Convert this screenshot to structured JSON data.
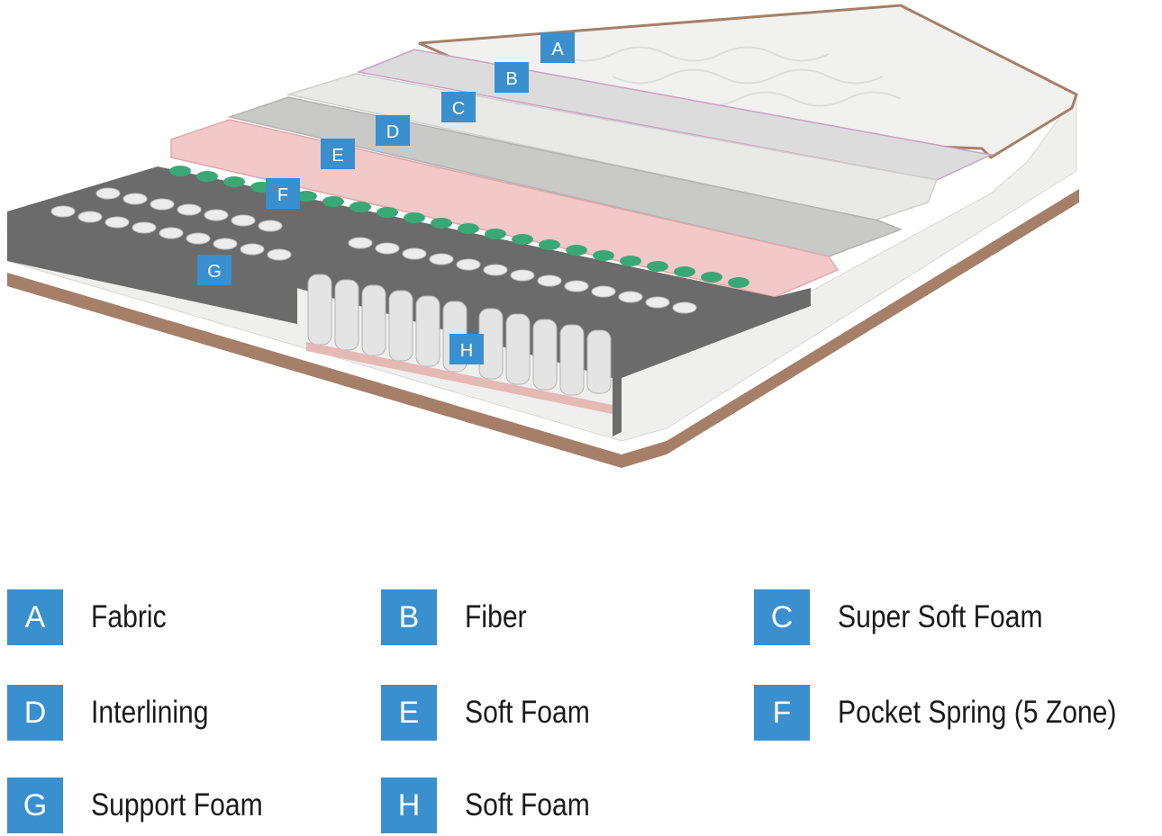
{
  "colors": {
    "badge": "#3a8fce",
    "fabric": "#eeeeec",
    "fiber": "#d9d9d9",
    "super_soft_foam": "#e6e6e4",
    "interlining": "#c4c4c2",
    "soft_foam": "#f2c9c8",
    "pocket_spring_green": "#3aa876",
    "pocket_spring_white": "#e8e8e8",
    "support_foam": "#6b6b6b",
    "piping": "#a57f68"
  },
  "callouts": [
    "A",
    "B",
    "C",
    "D",
    "E",
    "F",
    "G",
    "H"
  ],
  "legend": [
    {
      "letter": "A",
      "name": "Fabric"
    },
    {
      "letter": "B",
      "name": "Fiber"
    },
    {
      "letter": "C",
      "name": "Super Soft Foam"
    },
    {
      "letter": "D",
      "name": "Interlining"
    },
    {
      "letter": "E",
      "name": "Soft Foam"
    },
    {
      "letter": "F",
      "name": "Pocket Spring (5 Zone)"
    },
    {
      "letter": "G",
      "name": "Support Foam"
    },
    {
      "letter": "H",
      "name": "Soft Foam"
    }
  ]
}
